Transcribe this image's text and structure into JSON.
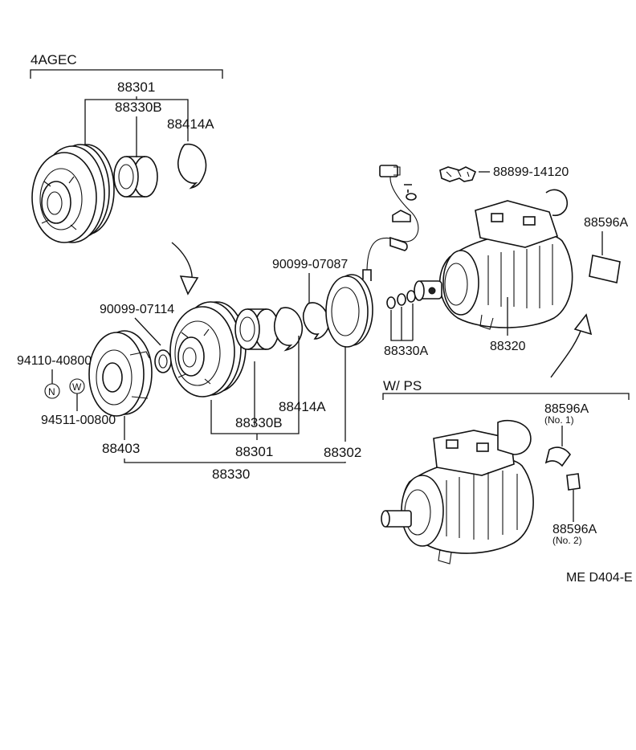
{
  "sections": {
    "variant_4agec": "4AGEC",
    "variant_wps": "W/ PS"
  },
  "labels": {
    "top_88301": "88301",
    "top_88330B": "88330B",
    "top_88414A": "88414A",
    "p_90099_07087": "90099-07087",
    "p_88899_14120": "88899-14120",
    "p_88596A": "88596A",
    "p_90099_07114": "90099-07114",
    "p_94110_40800": "94110-40800",
    "p_94511_00800": "94511-00800",
    "mid_88414A": "88414A",
    "mid_88330B": "88330B",
    "mid_88301": "88301",
    "p_88403": "88403",
    "p_88302": "88302",
    "p_88330": "88330",
    "p_88330A": "88330A",
    "p_88320": "88320",
    "ps_88596A_1": "88596A",
    "ps_no1": "(No. 1)",
    "ps_88596A_2": "88596A",
    "ps_no2": "(No. 2)",
    "badge_n": "N",
    "badge_w": "W",
    "code": "ME  D404-E"
  }
}
